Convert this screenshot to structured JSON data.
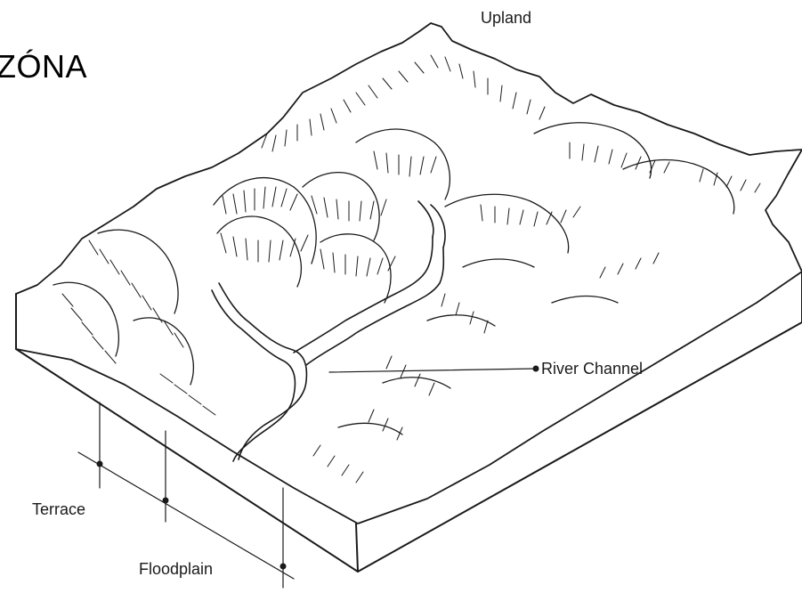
{
  "title": "ZÓNA",
  "labels": {
    "upland": "Upland",
    "river_channel": "River Channel",
    "terrace": "Terrace",
    "floodplain": "Floodplain"
  },
  "colors": {
    "ink": "#1a1a1a",
    "paper": "#ffffff"
  }
}
